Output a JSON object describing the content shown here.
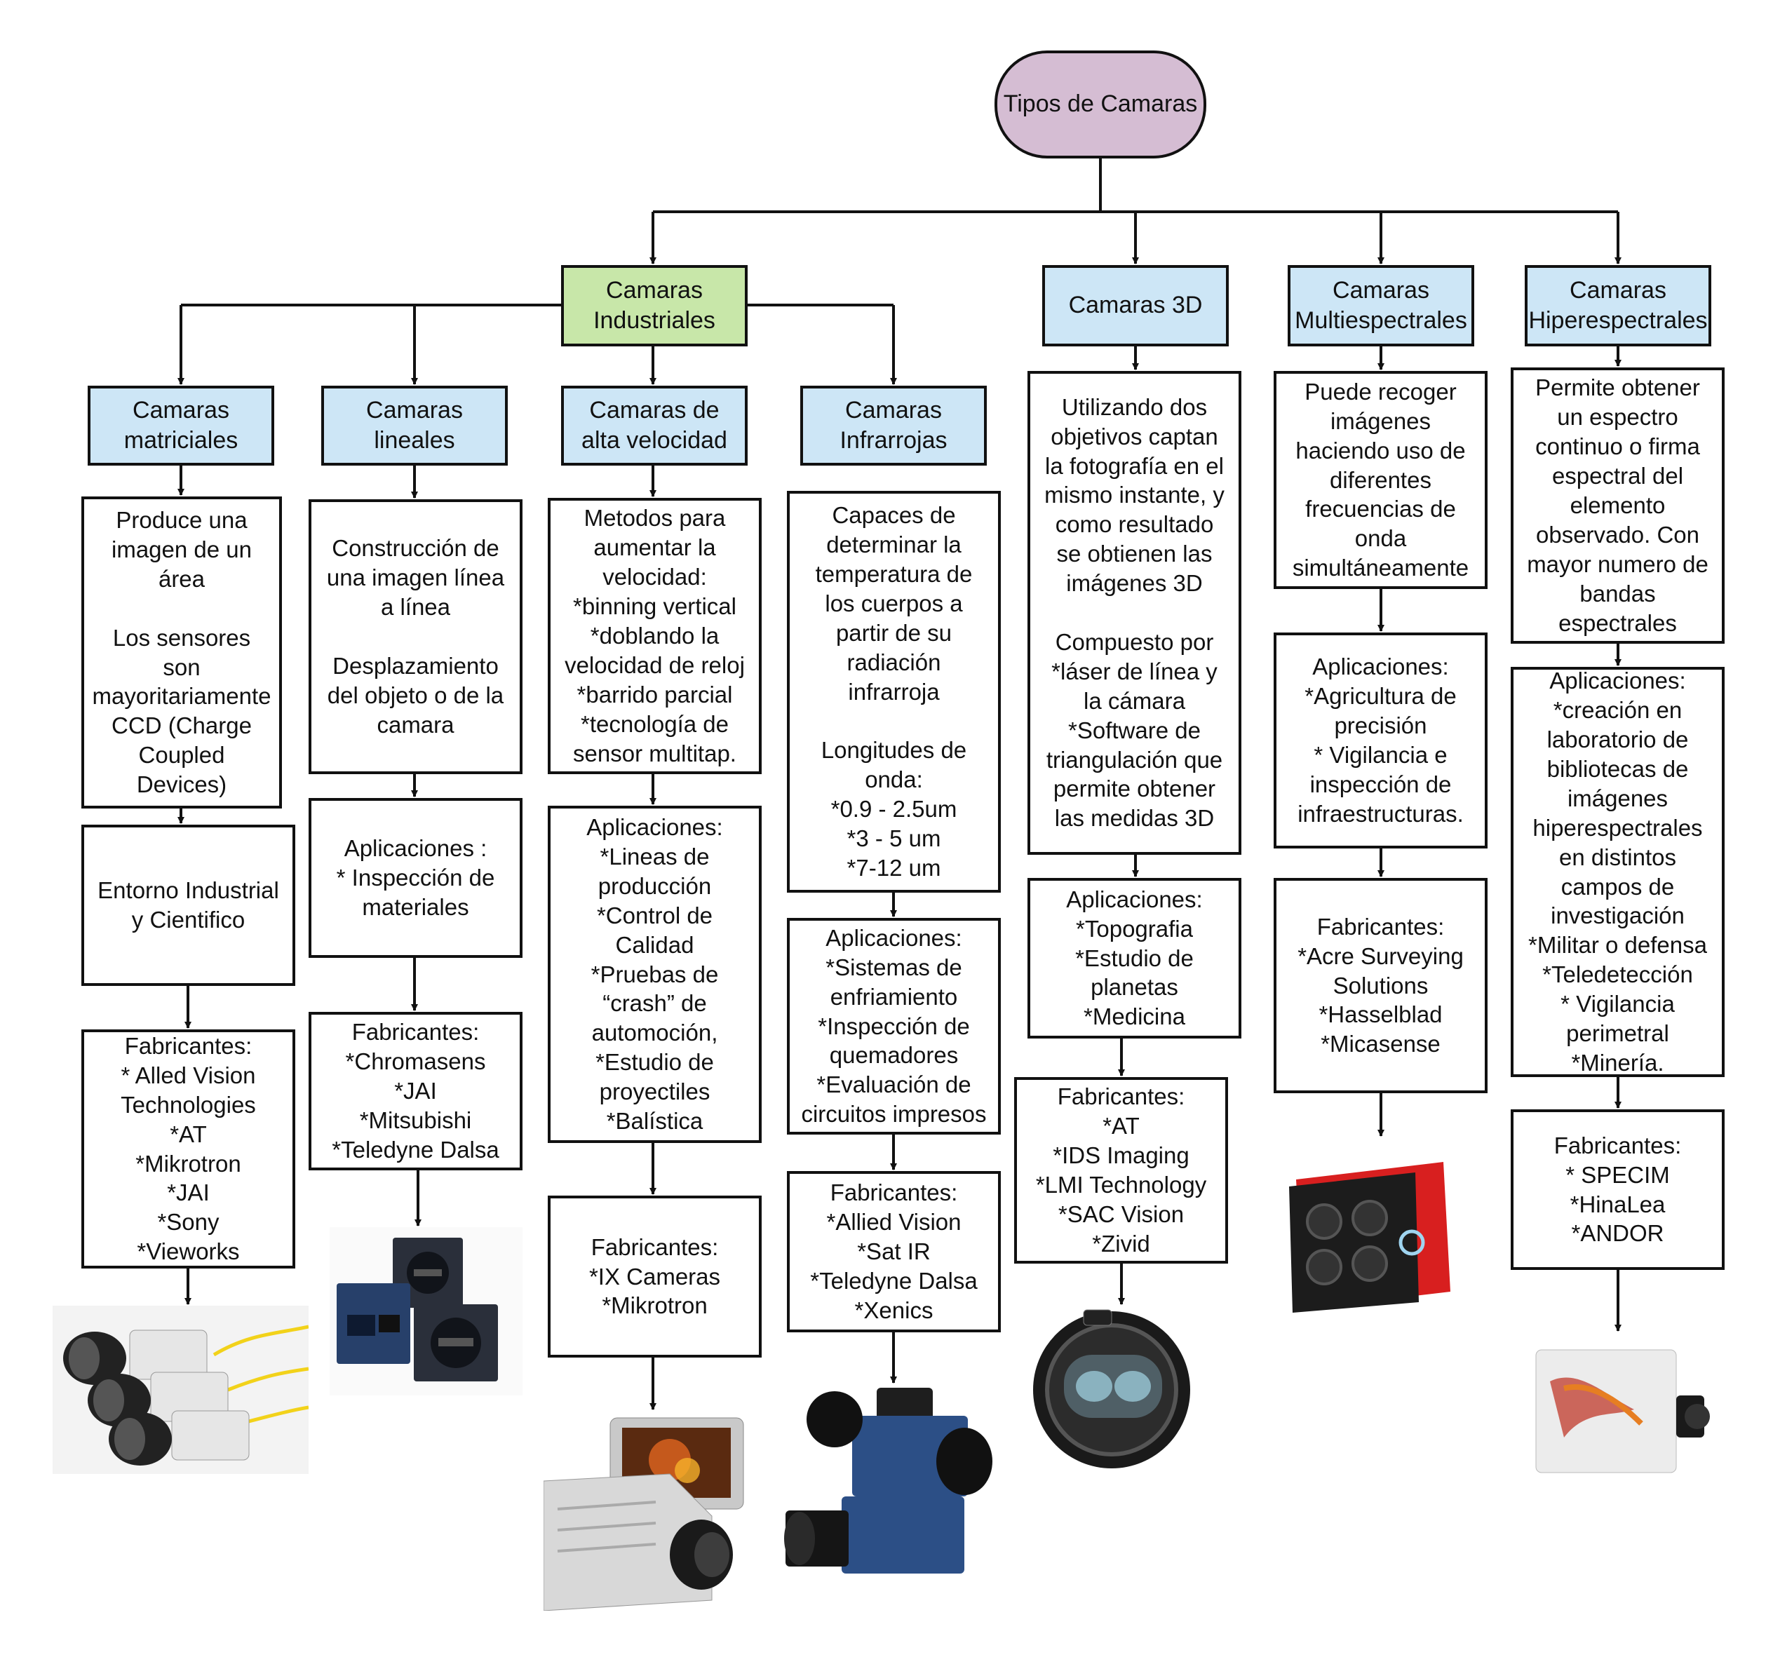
{
  "colors": {
    "root": "#d5bdd3",
    "industrial": "#c8e7a9",
    "category": "#cde6f6",
    "box": "#ffffff",
    "line": "#111111"
  },
  "root": "Tipos de Camaras",
  "industrial": "Camaras\nIndustriales",
  "cameras_3d": {
    "title": "Camaras 3D",
    "desc": "Utilizando dos\nobjetivos  captan\nla fotografía en el\nmismo instante, y\ncomo resultado\nse obtienen las\nimágenes 3D\n\nCompuesto por\n*láser de línea y\nla cámara\n*Software de\ntriangulación que\npermite obtener\nlas medidas 3D",
    "apps": "Aplicaciones:\n*Topografia\n*Estudio de\nplanetas\n*Medicina",
    "makers": "Fabricantes:\n*AT\n*IDS Imaging\n*LMI Technology\n*SAC Vision\n*Zivid",
    "photo": "3d-lumix-lens-photo"
  },
  "multiespectrales": {
    "title": "Camaras\nMultiespectrales",
    "desc": "Puede recoger\nimágenes\nhaciendo uso de\ndiferentes\nfrecuencias de\nonda\nsimultáneamente",
    "apps": "Aplicaciones:\n*Agricultura de\nprecisión\n* Vigilancia e\ninspección de\ninfraestructuras.",
    "makers": "Fabricantes:\n*Acre Surveying\nSolutions\n*Hasselblad\n*Micasense",
    "photo": "multispectral-camera-photo"
  },
  "hiperespectrales": {
    "title": "Camaras\nHiperespectrales",
    "desc": "Permite obtener\nun espectro\ncontinuo o firma\nespectral del\nelemento\nobservado. Con\nmayor numero de\nbandas\nespectrales",
    "apps": "Aplicaciones:\n*creación en\nlaboratorio de\nbibliotecas de\nimágenes\nhiperespectrales\nen distintos\ncampos de\ninvestigación\n*Militar o defensa\n*Teledetección\n* Vigilancia\nperimetral\n*Minería.",
    "makers": "Fabricantes:\n* SPECIM\n*HinaLea\n*ANDOR",
    "photo": "hyperspectral-camera-photo"
  },
  "matriciales": {
    "title": "Camaras\nmatriciales",
    "desc": "Produce una\nimagen de un\nárea\n\nLos sensores\nson\nmayoritariamente\nCCD (Charge\nCoupled\nDevices)",
    "use": "Entorno Industrial\ny Cientifico",
    "makers": "Fabricantes:\n* Alled Vision\nTechnologies\n*AT\n*Mikrotron\n*JAI\n*Sony\n*Vieworks",
    "photo": "matrix-cameras-photo"
  },
  "lineales": {
    "title": "Camaras\nlineales",
    "desc": "Construcción de\nuna imagen línea\na línea\n\nDesplazamiento\ndel objeto o de la\ncamara",
    "apps": "Aplicaciones :\n* Inspección de\nmateriales",
    "makers": "Fabricantes:\n*Chromasens\n*JAI\n*Mitsubishi\n*Teledyne Dalsa",
    "photo": "line-scan-cameras-photo"
  },
  "alta_velocidad": {
    "title": "Camaras de\nalta velocidad",
    "desc": "Metodos para\naumentar la\nvelocidad:\n*binning vertical\n*doblando la\nvelocidad de reloj\n*barrido parcial\n*tecnología de\nsensor multitap.",
    "apps": "Aplicaciones:\n*Lineas de\nproducción\n*Control de\nCalidad\n*Pruebas de\n“crash” de\nautomoción,\n*Estudio de\nproyectiles\n*Balística",
    "makers": "Fabricantes:\n*IX Cameras\n*Mikrotron",
    "photo": "high-speed-camera-photo"
  },
  "infrarrojas": {
    "title": "Camaras\nInfrarrojas",
    "desc": "Capaces de\ndeterminar la\ntemperatura de\nlos cuerpos a\npartir de su\nradiación\ninfrarroja\n\nLongitudes de\nonda:\n*0.9 - 2.5um\n*3 - 5 um\n*7-12 um",
    "apps": "Aplicaciones:\n*Sistemas de\nenfriamiento\n*Inspección de\nquemadores\n*Evaluación de\ncircuitos impresos",
    "makers": "Fabricantes:\n*Allied Vision\n*Sat IR\n*Teledyne Dalsa\n*Xenics",
    "photo": "infrared-camera-photo"
  }
}
